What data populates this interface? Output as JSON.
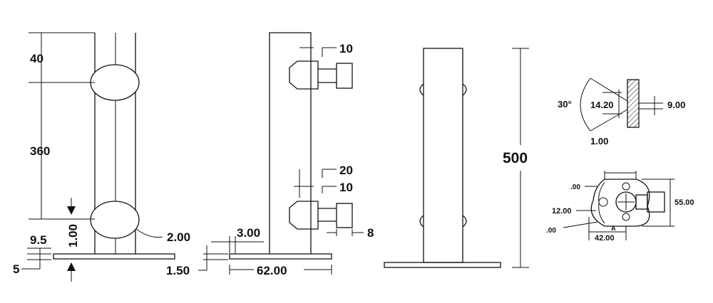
{
  "colors": {
    "line": "#111111",
    "background": "#ffffff"
  },
  "view1": {
    "dim_top": "40",
    "dim_mid": "360",
    "dim_vertical": "1.00",
    "dim_ball": "2.00",
    "dim_a": "9.5",
    "dim_b": "5"
  },
  "view2": {
    "dim_top_gap": "10",
    "dim_mid_gap_a": "20",
    "dim_mid_gap_b": "10",
    "dim_knob": "8",
    "dim_plate_gap": "3.00",
    "dim_plate_thk": "1.50",
    "dim_plate_width": "62.00"
  },
  "view3": {
    "dim_height": "500"
  },
  "detail_top": {
    "angle": "30°",
    "dim_center": "14.20",
    "dim_right": "9.00",
    "dim_bottom": "1.00"
  },
  "detail_bottom": {
    "dim_top": ".00",
    "dim_left": "12.00",
    "dim_lower_left": ".00",
    "dim_a": "A",
    "dim_width": "42.00",
    "dim_height": "55.00"
  }
}
